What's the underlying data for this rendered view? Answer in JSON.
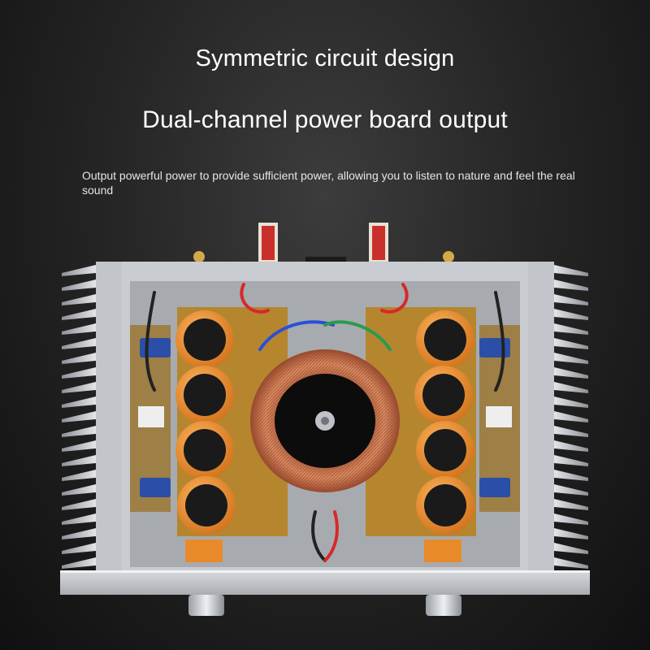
{
  "headline": {
    "line1": "Symmetric circuit design",
    "line2": "Dual-channel power board output"
  },
  "description": "Output powerful power to provide sufficient power, allowing you to listen to nature and feel the real sound",
  "colors": {
    "background": "#1c1c1c",
    "chassis": "#c9ccd0",
    "capacitor": "#e98a2a",
    "pcb": "#b5862d",
    "transformer": "#c06a45",
    "blue_capacitor": "#2b4fa8"
  }
}
